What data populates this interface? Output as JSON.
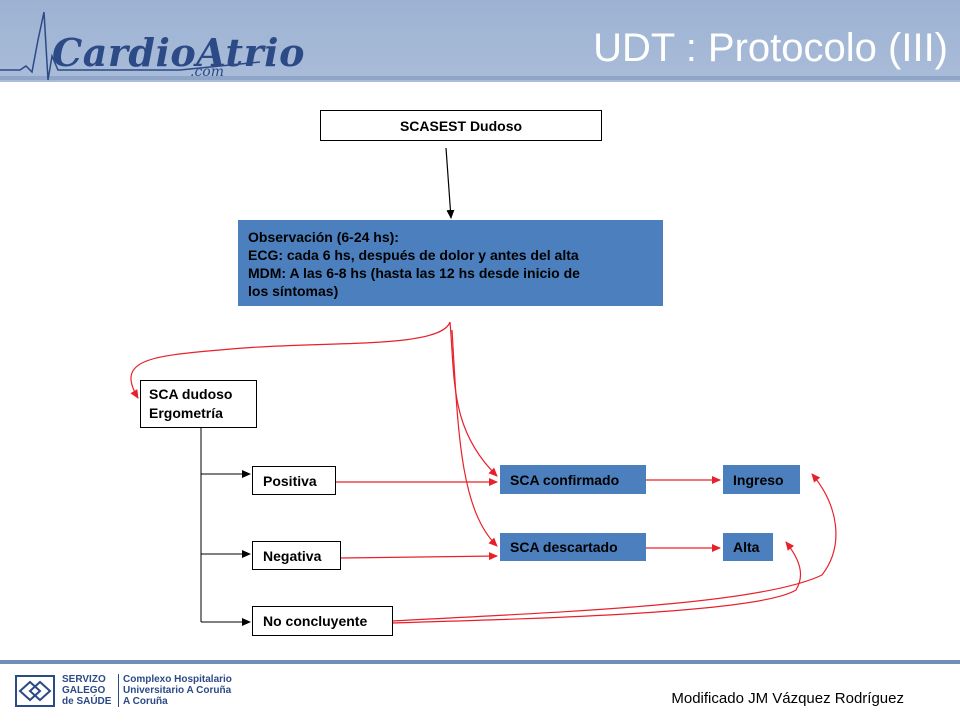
{
  "header": {
    "logo_main": "CardioAtrio",
    "logo_sub": ".com",
    "title": "UDT : Protocolo  (III)"
  },
  "diagram": {
    "scasest": "SCASEST Dudoso",
    "observacion": [
      "Observación (6-24 hs):",
      "ECG: cada 6 hs, después de dolor y antes del alta",
      "MDM: A las 6-8 hs (hasta las 12 hs desde inicio de",
      "los síntomas)"
    ],
    "sca_dudoso": [
      "SCA dudoso",
      "Ergometría"
    ],
    "positiva": "Positiva",
    "negativa": "Negativa",
    "no_concluyente": "No concluyente",
    "sca_confirmado": "SCA confirmado",
    "sca_descartado": "SCA descartado",
    "ingreso": "Ingreso",
    "alta": "Alta"
  },
  "footer": {
    "institution_1": [
      "SERVIZO",
      "GALEGO",
      "de SAÚDE"
    ],
    "institution_2": [
      "Complexo Hospitalario",
      "Universitario A Coruña",
      "A Coruña"
    ],
    "credit": "Modificado JM Vázquez Rodríguez"
  },
  "colors": {
    "header": "#a9bcd9",
    "box_blue": "#4b7fbe",
    "arrow_red": "#e8202a",
    "logo_blue": "#2c4a86"
  }
}
